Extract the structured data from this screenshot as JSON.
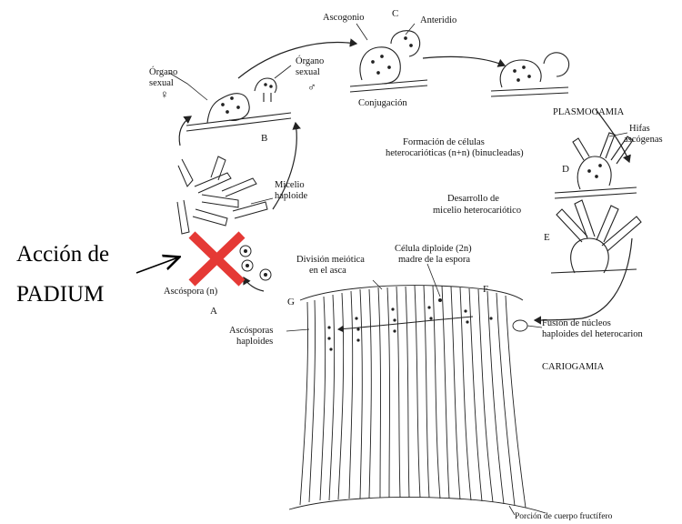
{
  "overlay": {
    "line1": "Acción de",
    "line2": "PADIUM",
    "cross_color": "#e53935"
  },
  "labels": {
    "ascogonio": "Ascogonio",
    "stage_c": "C",
    "anteridio": "Anteridio",
    "organo_izq_1": "Órgano",
    "organo_izq_2": "sexual",
    "female_symbol": "♀",
    "organo_der_1": "Órgano",
    "organo_der_2": "sexual",
    "male_symbol": "♂",
    "conjugacion": "Conjugación",
    "plasmogamia": "PLASMOGAMIA",
    "hifas_1": "Hifas",
    "hifas_2": "ascógenas",
    "stage_b": "B",
    "formacion_1": "Formación de células",
    "formacion_2": "heterocarióticas (n+n) (binucleadas)",
    "stage_d": "D",
    "micelio_1": "Micelio",
    "micelio_2": "haploide",
    "desarrollo_1": "Desarrollo de",
    "desarrollo_2": "micelio heterocariótico",
    "stage_e": "E",
    "celula_1": "Célula diploide (2n)",
    "celula_2": "madre de la espora",
    "division_1": "División meiótica",
    "division_2": "en el asca",
    "ascospora": "Ascóspora (n)",
    "stage_a": "A",
    "stage_g": "G",
    "stage_f": "F",
    "ascosporas_1": "Ascósporas",
    "ascosporas_2": "haploides",
    "fusion_1": "Fusión de núcleos",
    "fusion_2": "haploides del heterocarion",
    "cariogamia": "CARIOGAMIA",
    "porcion": "Porción de cuerpo fructífero"
  }
}
